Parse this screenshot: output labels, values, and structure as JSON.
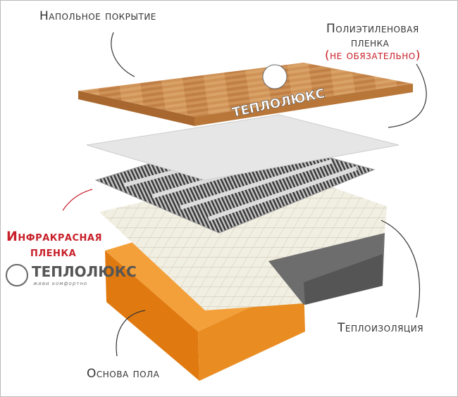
{
  "labels": {
    "flooring": "Напольное покрытие",
    "polyethylene_line1": "Полиэтиленовая",
    "polyethylene_line2": "пленка",
    "polyethylene_optional": "(не обязательно)",
    "infrared_line1": "Инфракрасная",
    "infrared_line2": "пленка",
    "insulation": "Теплоизоляция",
    "base": "Основа пола"
  },
  "logo": {
    "name": "ТЕПЛОЛЮКС",
    "tagline": "живи комфортно"
  },
  "colors": {
    "wood": "#c98a4e",
    "base": "#f0901e",
    "accent_red": "#c8202a",
    "film": "#e6e6e6",
    "concrete": "#6d6d6d"
  }
}
